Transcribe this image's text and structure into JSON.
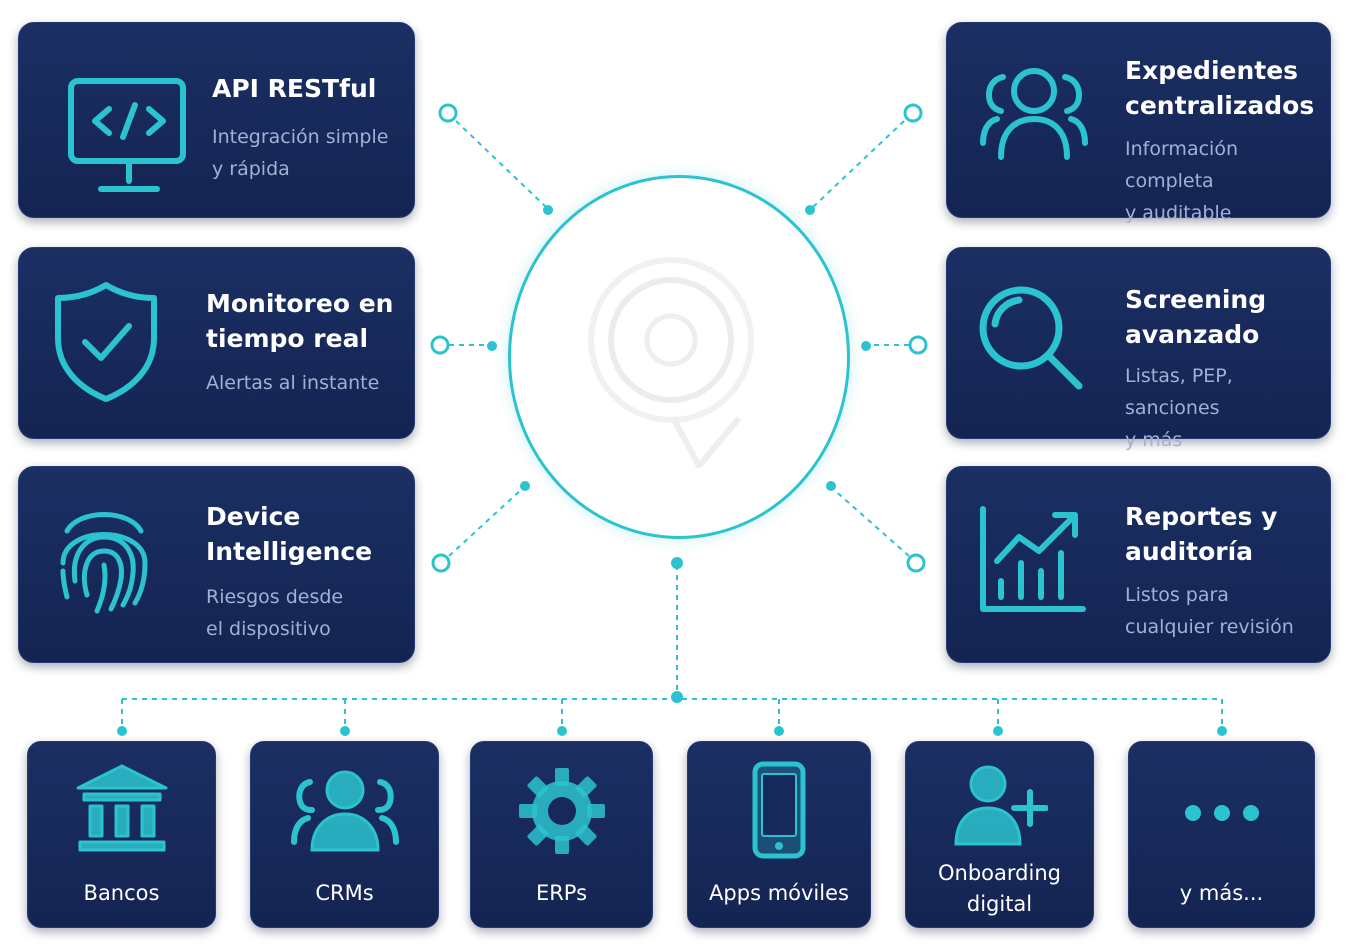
{
  "colors": {
    "card_bg": "#1b2f63",
    "accent": "#2bc3cf",
    "title_text": "#ffffff",
    "desc_text": "#9fb2d3"
  },
  "hub": {
    "icon": "q-logo-icon"
  },
  "features_left": [
    {
      "title_lines": [
        "API RESTful"
      ],
      "desc_lines": [
        "Integración simple",
        "y rápida"
      ],
      "icon": "code-monitor-icon"
    },
    {
      "title_lines": [
        "Monitoreo en",
        "tiempo real"
      ],
      "desc_lines": [
        "Alertas al instante"
      ],
      "icon": "shield-check-icon"
    },
    {
      "title_lines": [
        "Device",
        "Intelligence"
      ],
      "desc_lines": [
        "Riesgos desde",
        "el dispositivo"
      ],
      "icon": "fingerprint-icon"
    }
  ],
  "features_right": [
    {
      "title_lines": [
        "Expedientes",
        "centralizados"
      ],
      "desc_lines": [
        "Información completa",
        "y auditable"
      ],
      "icon": "users-group-icon"
    },
    {
      "title_lines": [
        "Screening",
        "avanzado"
      ],
      "desc_lines": [
        "Listas, PEP, sanciones",
        "y más"
      ],
      "icon": "magnifier-icon"
    },
    {
      "title_lines": [
        "Reportes y",
        "auditoría"
      ],
      "desc_lines": [
        "Listos para",
        "cualquier revisión"
      ],
      "icon": "bar-chart-icon"
    }
  ],
  "integrations": [
    {
      "label_lines": [
        "Bancos"
      ],
      "icon": "bank-icon"
    },
    {
      "label_lines": [
        "CRMs"
      ],
      "icon": "people-icon"
    },
    {
      "label_lines": [
        "ERPs"
      ],
      "icon": "gear-icon"
    },
    {
      "label_lines": [
        "Apps móviles"
      ],
      "icon": "smartphone-icon"
    },
    {
      "label_lines": [
        "Onboarding",
        "digital"
      ],
      "icon": "user-add-icon"
    },
    {
      "label_lines": [
        "y más..."
      ],
      "icon": "more-dots-icon"
    }
  ]
}
